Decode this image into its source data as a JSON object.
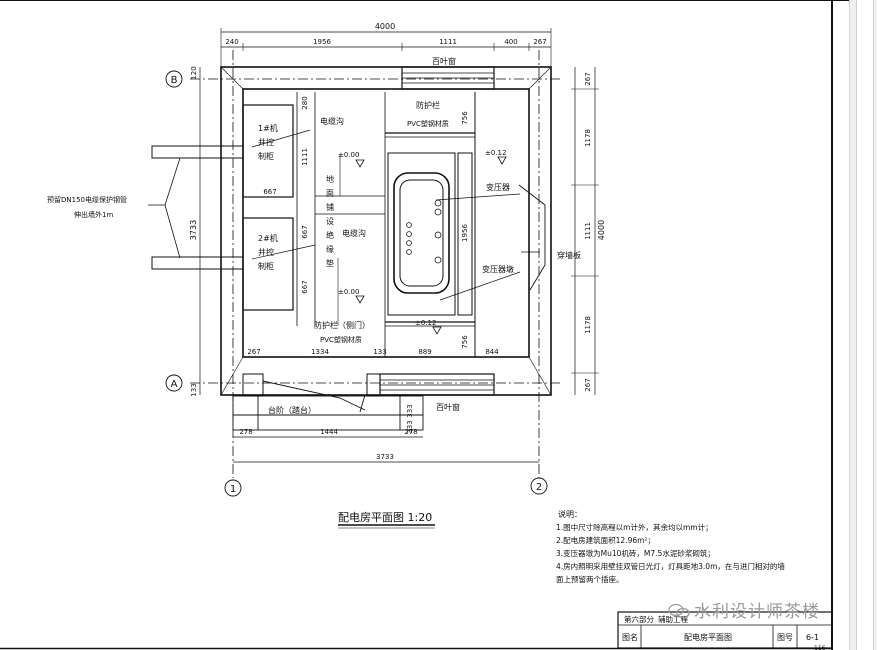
{
  "drawing": {
    "title": "配电房平面图   1:20",
    "dims": {
      "top_total": "4000",
      "top_1": "240",
      "top_2": "1956",
      "top_3": "1111",
      "top_4": "400",
      "top_5": "267",
      "bottom_total": "3733",
      "bottom_1": "278",
      "bottom_2": "1444",
      "bottom_3": "278",
      "right_total": "4000",
      "right_1": "267",
      "right_2": "1178",
      "right_3": "1111",
      "right_4": "1178",
      "right_5": "267",
      "left_total": "3733",
      "left_top": "120",
      "left_bottom": "133",
      "inner_280": "280",
      "inner_1111": "1111",
      "inner_667a": "667",
      "inner_667b": "667",
      "inner_667c": "667",
      "inner_1956": "1956",
      "inner_756a": "756",
      "inner_756b": "756",
      "inner_267": "267",
      "inner_1334": "1334",
      "inner_133": "133",
      "inner_889": "889",
      "inner_844": "844",
      "step_333a": "333",
      "step_333b": "333"
    },
    "labels": {
      "louver_top": "百叶窗",
      "louver_bottom": "百叶窗",
      "guard_top": "防护栏",
      "pvc_top": "PVC塑钢材质",
      "guard_bottom": "防护栏（侧门）",
      "pvc_bottom": "PVC塑钢材质",
      "cable_trench_1": "电缆沟",
      "cable_trench_2": "电缆沟",
      "cabinet_1": [
        "1#机",
        "井控",
        "制柜"
      ],
      "cabinet_2": [
        "2#机",
        "井控",
        "制柜"
      ],
      "floor_insulation": [
        "地",
        "面",
        "铺",
        "设",
        "绝",
        "缘",
        "垫"
      ],
      "transformer": "变压器",
      "transformer_pier": "变压器墩",
      "wall_plate": "穿墙板",
      "steps": "台阶（踏台）",
      "pipe_note_1": "预留DN150电缆保护钢管",
      "pipe_note_2": "伸出墙外1m",
      "elev_1": "±0.00",
      "elev_2": "±0.00",
      "elev_3": "±0.12",
      "elev_4": "±0.12",
      "axis_B": "B",
      "axis_A": "A",
      "axis_1": "1",
      "axis_2": "2"
    },
    "notes": {
      "heading": "说明：",
      "items": [
        "1.图中尺寸除高程以m计外，其余均以mm计；",
        "2.配电房建筑面积12.96m²；",
        "3.变压器墩为Mu10机砖，M7.5水泥砂浆砌筑；",
        "4.房内照明采用壁挂双管日光灯，灯具距地3.0m，在与进门相对的墙",
        "   面上预留两个插座。"
      ]
    },
    "title_block": {
      "part": "第六部分",
      "sub": "辅助工程",
      "name_label": "图名",
      "name_value": "配电房平面图",
      "no_label": "图号",
      "no_value": "6-1",
      "page": "116"
    }
  },
  "watermark": "水利设计师茶楼",
  "colors": {
    "line": "#111111",
    "watermark": "#9a9a9a",
    "scrollbar": "#f0f0f0"
  }
}
